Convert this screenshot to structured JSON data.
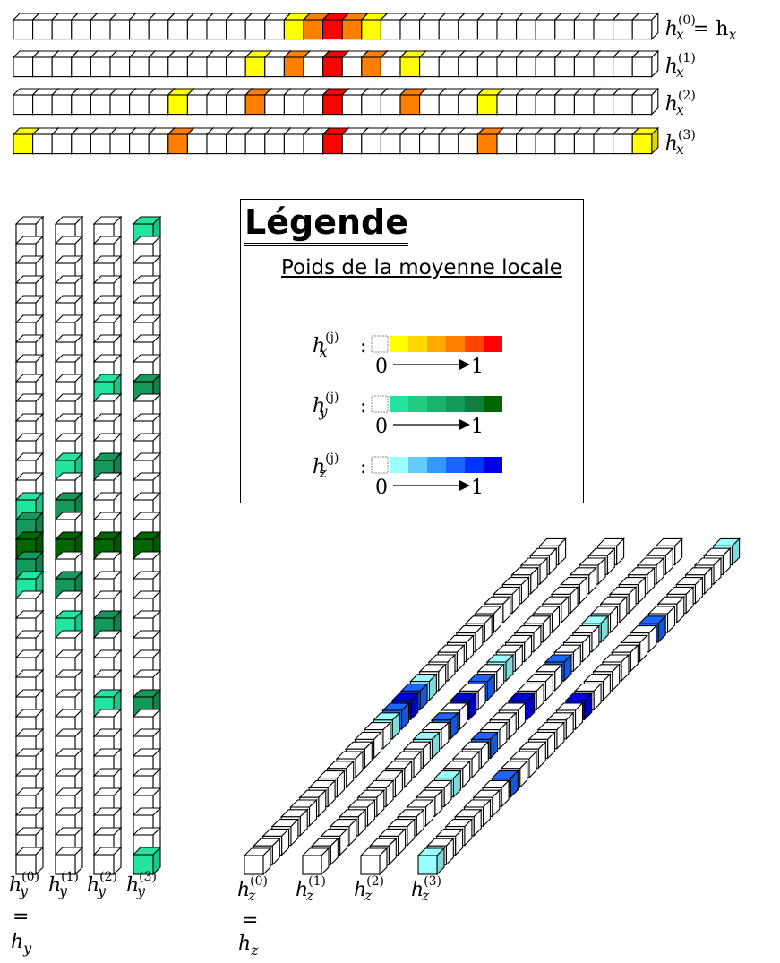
{
  "colors": {
    "x_scale": [
      "#ffff00",
      "#ffd700",
      "#ffaa00",
      "#ff7f00",
      "#ff4500",
      "#ff0000"
    ],
    "y_scale": [
      "#22e6a0",
      "#1fcc80",
      "#19b36a",
      "#14995a",
      "#0f8040",
      "#006600"
    ],
    "z_scale": [
      "#99ffff",
      "#66ccff",
      "#3399ff",
      "#1a66ff",
      "#0033ff",
      "#0000e6"
    ],
    "outline": "#000000"
  },
  "rows_x": [
    {
      "label_main": "h",
      "label_sub": "x",
      "label_sup": "(0)",
      "label_suffix": "= h",
      "label_suffix_sub": "x",
      "cells": {
        "14": 0,
        "15": 3,
        "16": 5,
        "17": 3,
        "18": 0
      }
    },
    {
      "label_main": "h",
      "label_sub": "x",
      "label_sup": "(1)",
      "label_suffix": "",
      "label_suffix_sub": "",
      "cells": {
        "12": 0,
        "14": 3,
        "16": 5,
        "18": 3,
        "20": 0
      }
    },
    {
      "label_main": "h",
      "label_sub": "x",
      "label_sup": "(2)",
      "label_suffix": "",
      "label_suffix_sub": "",
      "cells": {
        "8": 0,
        "12": 3,
        "16": 5,
        "20": 3,
        "24": 0
      }
    },
    {
      "label_main": "h",
      "label_sub": "x",
      "label_sup": "(3)",
      "label_suffix": "",
      "label_suffix_sub": "",
      "cells": {
        "0": 0,
        "8": 3,
        "16": 5,
        "24": 3,
        "32": 0
      }
    }
  ],
  "cols_y": [
    {
      "label_main": "h",
      "label_sub": "y",
      "label_sup": "(0)",
      "cells": {
        "14": 0,
        "15": 3,
        "16": 5,
        "17": 3,
        "18": 0
      }
    },
    {
      "label_main": "h",
      "label_sub": "y",
      "label_sup": "(1)",
      "cells": {
        "12": 0,
        "14": 3,
        "16": 5,
        "18": 3,
        "20": 0
      }
    },
    {
      "label_main": "h",
      "label_sub": "y",
      "label_sup": "(2)",
      "cells": {
        "8": 0,
        "12": 3,
        "16": 5,
        "20": 3,
        "24": 0
      }
    },
    {
      "label_main": "h",
      "label_sub": "y",
      "label_sup": "(3)",
      "cells": {
        "0": 0,
        "8": 3,
        "16": 5,
        "24": 3,
        "32": 0
      }
    }
  ],
  "y_eq": {
    "eq": "=",
    "main": "h",
    "sub": "y"
  },
  "diags_z": [
    {
      "label_main": "h",
      "label_sub": "z",
      "label_sup": "(0)",
      "cells": {
        "14": 0,
        "15": 3,
        "16": 5,
        "17": 3,
        "18": 0
      }
    },
    {
      "label_main": "h",
      "label_sub": "z",
      "label_sup": "(1)",
      "cells": {
        "12": 0,
        "14": 3,
        "16": 5,
        "18": 3,
        "20": 0
      }
    },
    {
      "label_main": "h",
      "label_sub": "z",
      "label_sup": "(2)",
      "cells": {
        "8": 0,
        "12": 3,
        "16": 5,
        "20": 3,
        "24": 0
      }
    },
    {
      "label_main": "h",
      "label_sub": "z",
      "label_sup": "(3)",
      "cells": {
        "0": 0,
        "8": 3,
        "16": 5,
        "24": 3,
        "32": 0
      }
    }
  ],
  "z_eq": {
    "eq": "=",
    "main": "h",
    "sub": "z"
  },
  "legend": {
    "title": "Légende",
    "subtitle": "Poids de la moyenne locale",
    "entries": [
      {
        "main": "h",
        "sub": "x",
        "sup": "(j)",
        "colon": ":",
        "scale": "x_scale",
        "from": "0",
        "to": "1"
      },
      {
        "main": "h",
        "sub": "y",
        "sup": "(j)",
        "colon": ":",
        "scale": "y_scale",
        "from": "0",
        "to": "1"
      },
      {
        "main": "h",
        "sub": "z",
        "sup": "(j)",
        "colon": ":",
        "scale": "z_scale",
        "from": "0",
        "to": "1"
      }
    ]
  }
}
